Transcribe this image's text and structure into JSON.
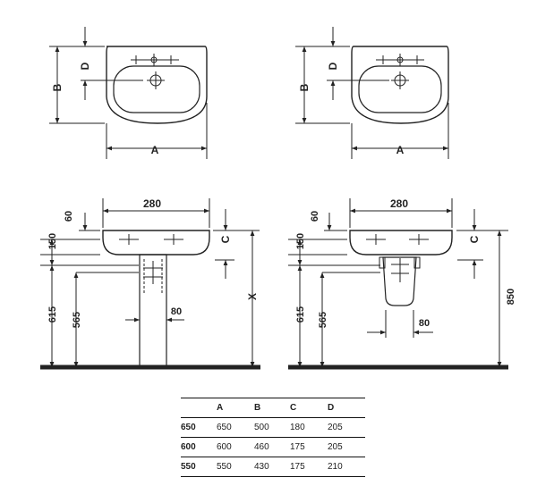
{
  "top_views": {
    "left": {
      "a": "A",
      "b": "B",
      "d": "D"
    },
    "right": {
      "a": "A",
      "b": "B",
      "d": "D"
    }
  },
  "side_views": {
    "pedestal": {
      "width": "280",
      "top": "60",
      "bowl": "150",
      "c": "C",
      "h1": "615",
      "h2": "565",
      "p": "80",
      "x": "X"
    },
    "semi_pedestal": {
      "width": "280",
      "top": "60",
      "bowl": "150",
      "c": "C",
      "h1": "615",
      "h2": "565",
      "p": "80",
      "total": "850"
    }
  },
  "table": {
    "headers": [
      "",
      "A",
      "B",
      "C",
      "D"
    ],
    "rows": [
      {
        "size": "650",
        "values": [
          "650",
          "500",
          "180",
          "205"
        ]
      },
      {
        "size": "600",
        "values": [
          "600",
          "460",
          "175",
          "205"
        ]
      },
      {
        "size": "550",
        "values": [
          "550",
          "430",
          "175",
          "210"
        ]
      }
    ]
  }
}
